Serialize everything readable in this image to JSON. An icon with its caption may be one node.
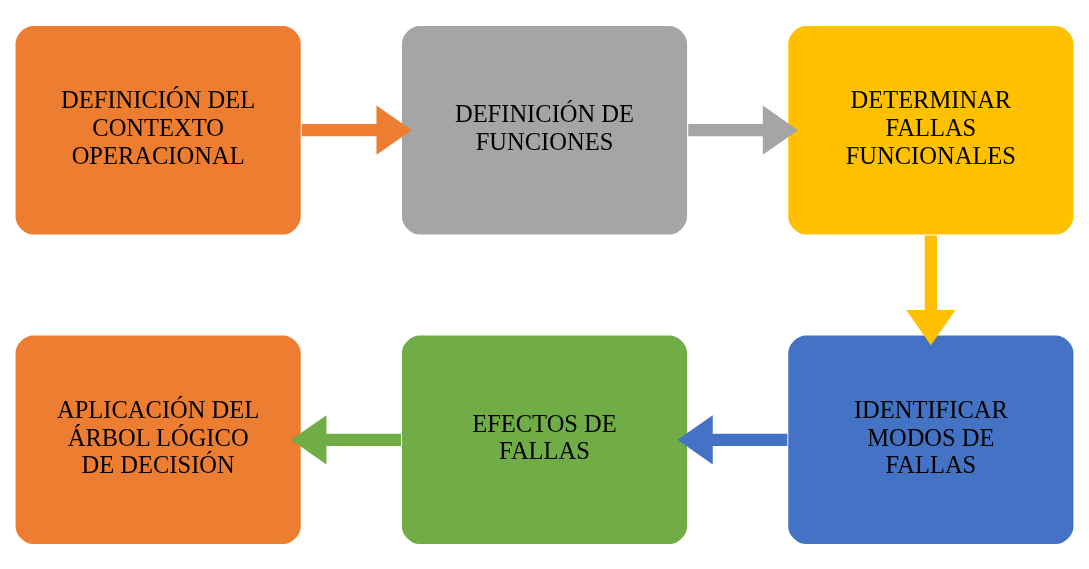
{
  "diagram": {
    "nodes": [
      {
        "text": [
          "DEFINICIÓN DEL CONTEXTO OPERACIONAL"
        ]
      },
      {
        "text": [
          "DEFINICIÓN DE FUNCIONES"
        ]
      },
      {
        "text": [
          "DETERMINAR FALLAS FUNCIONALES"
        ]
      },
      {
        "text": [
          "IDENTIFICAR MODOS DE FALLAS"
        ]
      },
      {
        "text": [
          "EFECTOS DE FALLAS"
        ]
      },
      {
        "text": [
          "APLICACIÓN DEL ÁRBOL LÓGICO DE DECISIÓN"
        ]
      }
    ],
    "edges": [
      {
        "from": 0,
        "to": 1,
        "arrow": "to",
        "color": "#ed7d31"
      },
      {
        "from": 1,
        "to": 2,
        "arrow": "to",
        "color": "#a5a5a5"
      },
      {
        "from": 2,
        "to": 3,
        "arrow": "to",
        "color": "#ffc000"
      },
      {
        "from": 3,
        "to": 4,
        "arrow": "to",
        "color": "#4472c4"
      },
      {
        "from": 4,
        "to": 5,
        "arrow": "to",
        "color": "#70ad47"
      }
    ]
  }
}
